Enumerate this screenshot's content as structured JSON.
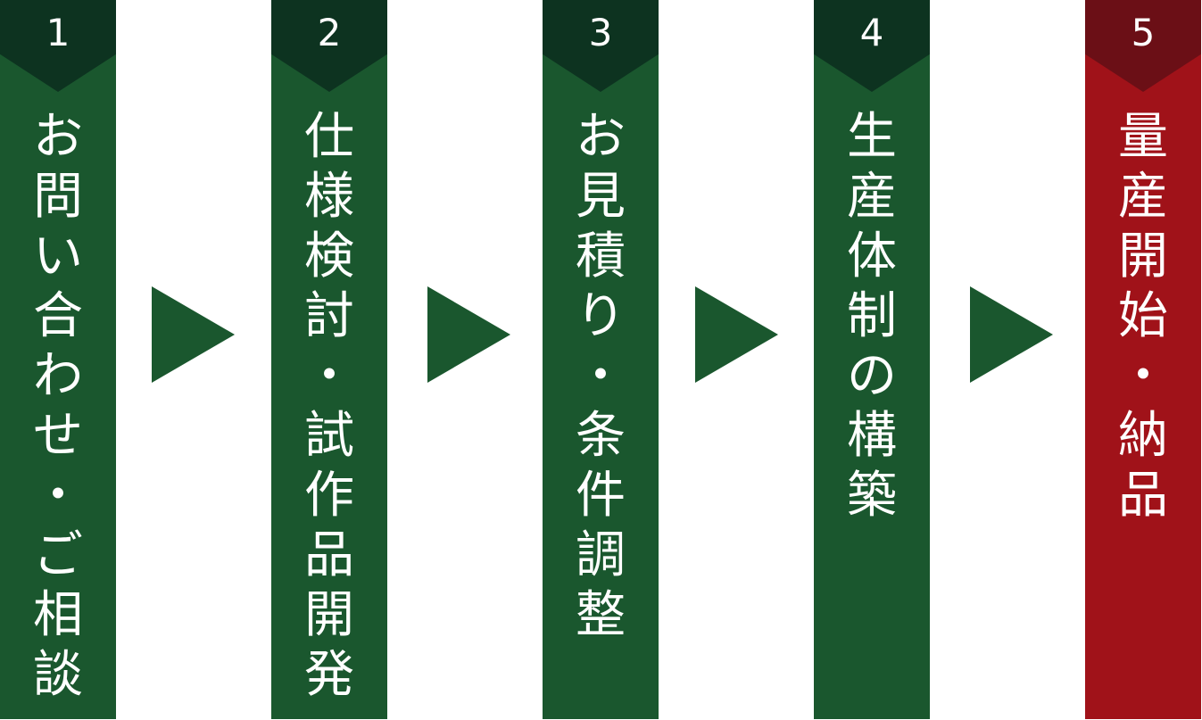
{
  "colors": {
    "green_body": "#1a572e",
    "green_head": "#0d3320",
    "red_body": "#a01219",
    "red_head": "#6b0f16",
    "arrow": "#1a572e",
    "text": "#ffffff",
    "background": "#ffffff"
  },
  "steps": [
    {
      "number": "1",
      "label": "お問い合わせ・ご相談",
      "variant": "green"
    },
    {
      "number": "2",
      "label": "仕様検討・試作品開発",
      "variant": "green"
    },
    {
      "number": "3",
      "label": "お見積り・条件調整",
      "variant": "green"
    },
    {
      "number": "4",
      "label": "生産体制の構築",
      "variant": "green"
    },
    {
      "number": "5",
      "label": "量産開始・納品",
      "variant": "red"
    }
  ],
  "arrows": [
    {
      "icon": "play-arrow-right-icon"
    },
    {
      "icon": "play-arrow-right-icon"
    },
    {
      "icon": "play-arrow-right-icon"
    },
    {
      "icon": "play-arrow-right-icon"
    }
  ]
}
